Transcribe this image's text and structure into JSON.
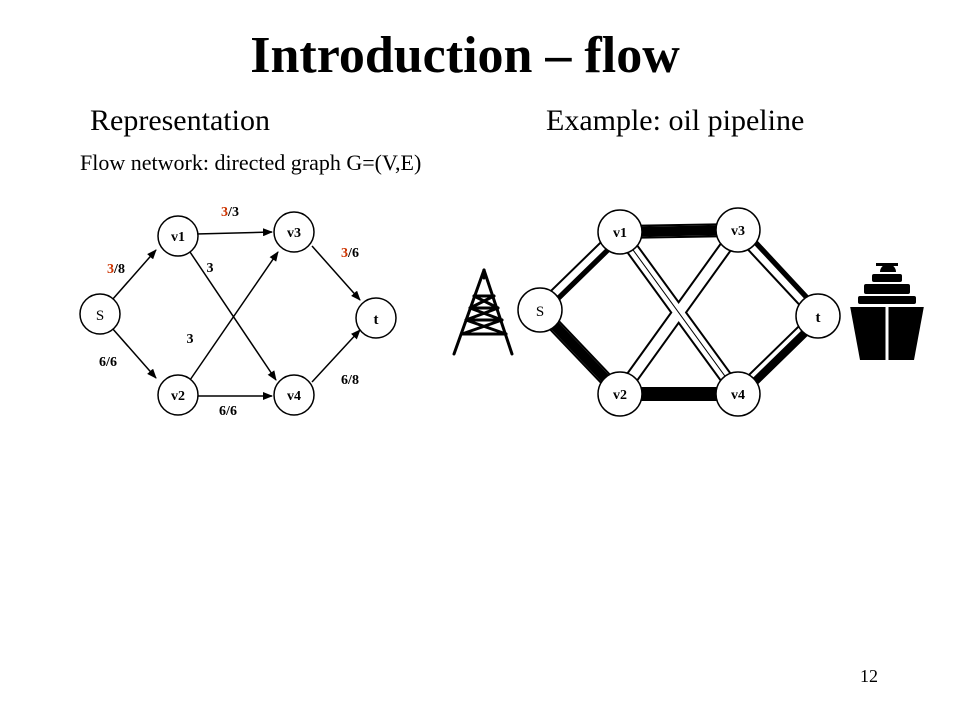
{
  "slide": {
    "title": "Introduction – flow",
    "left_heading": "Representation",
    "right_heading": "Example: oil pipeline",
    "caption": "Flow network: directed graph G=(V,E)",
    "page_number": "12"
  },
  "colors": {
    "highlight": "#cc3300",
    "ink": "#000000",
    "background": "#ffffff"
  },
  "graph": {
    "nodes": {
      "s": "S",
      "v1": "v1",
      "v2": "v2",
      "v3": "v3",
      "v4": "v4",
      "t": "t"
    },
    "edges": [
      {
        "id": "s-v1",
        "flow": "3",
        "capacity": "8",
        "highlight": true
      },
      {
        "id": "s-v2",
        "flow": "6",
        "capacity": "6",
        "highlight": false
      },
      {
        "id": "v1-v3",
        "flow": "3",
        "capacity": "3",
        "highlight": true
      },
      {
        "id": "v1-v4",
        "label": "3"
      },
      {
        "id": "v2-v3",
        "label": "3"
      },
      {
        "id": "v2-v4",
        "flow": "6",
        "capacity": "6",
        "highlight": false
      },
      {
        "id": "v3-t",
        "flow": "3",
        "capacity": "6",
        "highlight": true
      },
      {
        "id": "v4-t",
        "flow": "6",
        "capacity": "8",
        "highlight": false
      }
    ]
  },
  "pipeline": {
    "nodes": {
      "s": "S",
      "v1": "v1",
      "v2": "v2",
      "v3": "v3",
      "v4": "v4",
      "t": "t"
    },
    "icons": [
      "oil-derrick-icon",
      "ship-icon"
    ]
  }
}
